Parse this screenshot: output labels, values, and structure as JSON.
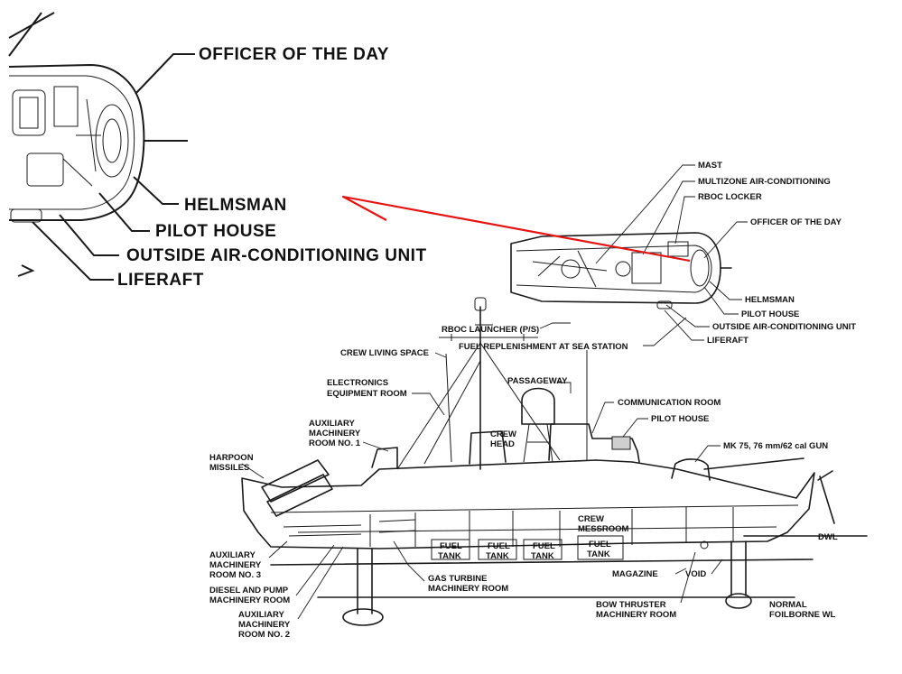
{
  "zoom_labels": {
    "officer": "OFFICER OF THE DAY",
    "helmsman": "HELMSMAN",
    "pilot_house": "PILOT HOUSE",
    "ac_unit": "OUTSIDE AIR-CONDITIONING UNIT",
    "liferaft": "LIFERAFT"
  },
  "plan_labels": {
    "mast": "MAST",
    "multizone": "MULTIZONE AIR-CONDITIONING",
    "rboc_locker": "RBOC LOCKER",
    "officer": "OFFICER OF THE DAY",
    "helmsman": "HELMSMAN",
    "pilot_house": "PILOT HOUSE",
    "ac_unit": "OUTSIDE AIR-CONDITIONING UNIT",
    "liferaft": "LIFERAFT"
  },
  "profile_labels": {
    "rboc_launcher": "RBOC LAUNCHER (P/S)",
    "fuel_replenishment": "FUEL REPLENISHMENT AT SEA STATION",
    "crew_living": "CREW LIVING SPACE",
    "electronics_1": "ELECTRONICS",
    "electronics_2": "EQUIPMENT ROOM",
    "passageway": "PASSAGEWAY",
    "communication": "COMMUNICATION ROOM",
    "pilot_house": "PILOT HOUSE",
    "aux1_1": "AUXILIARY",
    "aux1_2": "MACHINERY",
    "aux1_3": "ROOM NO. 1",
    "crew_head_1": "CREW",
    "crew_head_2": "HEAD",
    "mk75": "MK 75, 76 mm/62 cal GUN",
    "harpoon_1": "HARPOON",
    "harpoon_2": "MISSILES",
    "crew_mess_1": "CREW",
    "crew_mess_2": "MESSROOM",
    "fuel": "FUEL",
    "tank": "TANK",
    "dwl": "DWL",
    "aux3_1": "AUXILIARY",
    "aux3_2": "MACHINERY",
    "aux3_3": "ROOM NO. 3",
    "gas_turbine_1": "GAS TURBINE",
    "gas_turbine_2": "MACHINERY ROOM",
    "magazine": "MAGAZINE",
    "void": "VOID",
    "diesel_1": "DIESEL AND PUMP",
    "diesel_2": "MACHINERY ROOM",
    "aux2_1": "AUXILIARY",
    "aux2_2": "MACHINERY",
    "aux2_3": "ROOM NO. 2",
    "bow_thruster_1": "BOW THRUSTER",
    "bow_thruster_2": "MACHINERY ROOM",
    "foilborne_1": "NORMAL",
    "foilborne_2": "FOILBORNE WL"
  },
  "colors": {
    "line": "#1a1a1a",
    "zoom_arrow": "#e31414",
    "background": "#ffffff"
  }
}
